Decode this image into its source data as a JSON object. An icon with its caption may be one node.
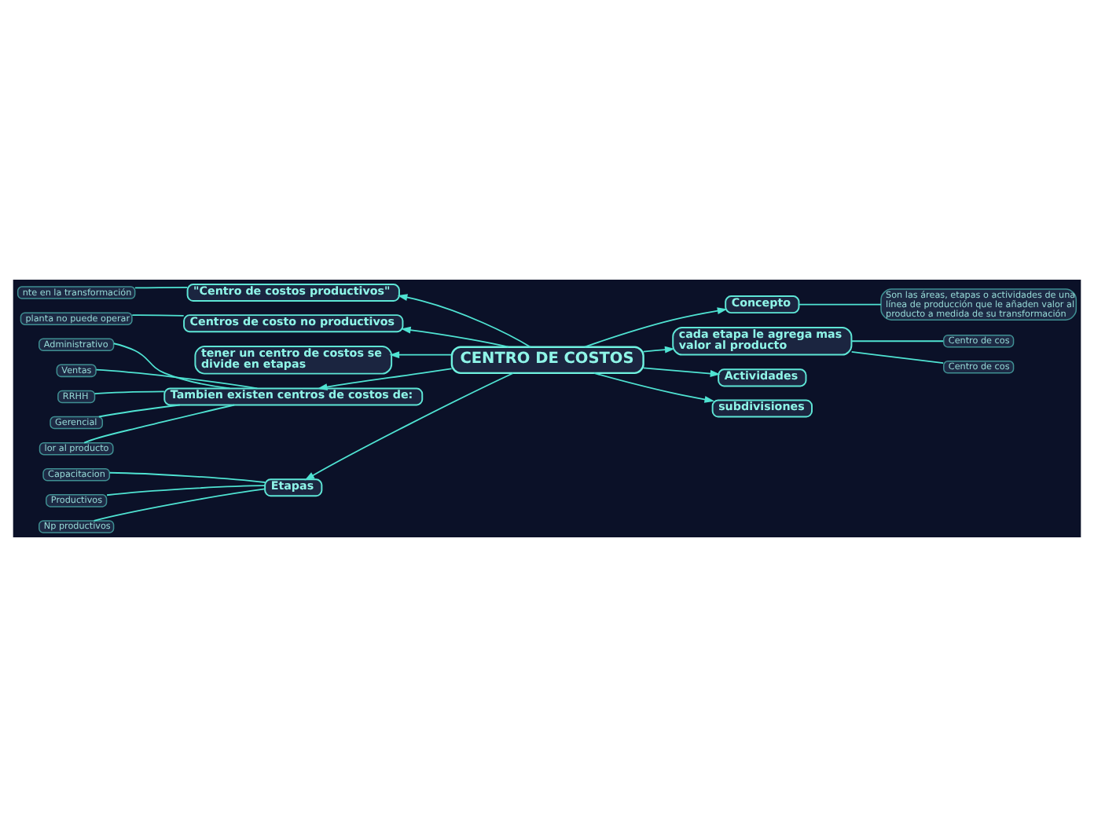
{
  "diagram": {
    "nodes": [
      {
        "text": [
          "CENTRO DE COSTOS"
        ]
      },
      {
        "text": [
          "\"Centro de costos productivos\""
        ]
      },
      {
        "text": [
          "nte en la transformación"
        ]
      },
      {
        "text": [
          "Centros de costo no productivos"
        ]
      },
      {
        "text": [
          "planta no puede operar"
        ]
      },
      {
        "text": [
          "tener un centro de costos se divide en etapas"
        ]
      },
      {
        "text": [
          "Tambien existen centros de costos de:"
        ]
      },
      {
        "text": [
          "Administrativo"
        ]
      },
      {
        "text": [
          "Ventas"
        ]
      },
      {
        "text": [
          "RRHH"
        ]
      },
      {
        "text": [
          "Gerencial"
        ]
      },
      {
        "text": [
          "lor al producto"
        ]
      },
      {
        "text": [
          "Etapas"
        ]
      },
      {
        "text": [
          "Capacitacion"
        ]
      },
      {
        "text": [
          "Productivos"
        ]
      },
      {
        "text": [
          "Np productivos"
        ]
      },
      {
        "text": [
          "Concepto"
        ]
      },
      {
        "text": [
          "Son las áreas, etapas o actividades de una línea de producción que le añaden valor al producto a medida de su transformación"
        ]
      },
      {
        "text": [
          "cada etapa le agrega mas valor al producto"
        ]
      },
      {
        "text": [
          "Centro de cos"
        ]
      },
      {
        "text": [
          "Centro de cos"
        ]
      },
      {
        "text": [
          "Actividades"
        ]
      },
      {
        "text": [
          "subdivisiones"
        ]
      }
    ],
    "edges": [
      {
        "from": 0,
        "to": 1,
        "arrow": "to"
      },
      {
        "from": 1,
        "to": 2,
        "arrow": "none"
      },
      {
        "from": 0,
        "to": 3,
        "arrow": "to"
      },
      {
        "from": 3,
        "to": 4,
        "arrow": "none"
      },
      {
        "from": 0,
        "to": 5,
        "arrow": "to"
      },
      {
        "from": 0,
        "to": 6,
        "arrow": "to"
      },
      {
        "from": 6,
        "to": 7,
        "arrow": "none"
      },
      {
        "from": 6,
        "to": 8,
        "arrow": "none"
      },
      {
        "from": 6,
        "to": 9,
        "arrow": "none"
      },
      {
        "from": 6,
        "to": 10,
        "arrow": "none"
      },
      {
        "from": 6,
        "to": 11,
        "arrow": "none"
      },
      {
        "from": 0,
        "to": 12,
        "arrow": "to"
      },
      {
        "from": 12,
        "to": 13,
        "arrow": "none"
      },
      {
        "from": 12,
        "to": 14,
        "arrow": "none"
      },
      {
        "from": 12,
        "to": 15,
        "arrow": "none"
      },
      {
        "from": 0,
        "to": 16,
        "arrow": "to"
      },
      {
        "from": 16,
        "to": 17,
        "arrow": "none"
      },
      {
        "from": 0,
        "to": 18,
        "arrow": "to"
      },
      {
        "from": 18,
        "to": 19,
        "arrow": "none"
      },
      {
        "from": 18,
        "to": 20,
        "arrow": "none"
      },
      {
        "from": 0,
        "to": 21,
        "arrow": "to"
      },
      {
        "from": 0,
        "to": 22,
        "arrow": "to"
      }
    ]
  }
}
